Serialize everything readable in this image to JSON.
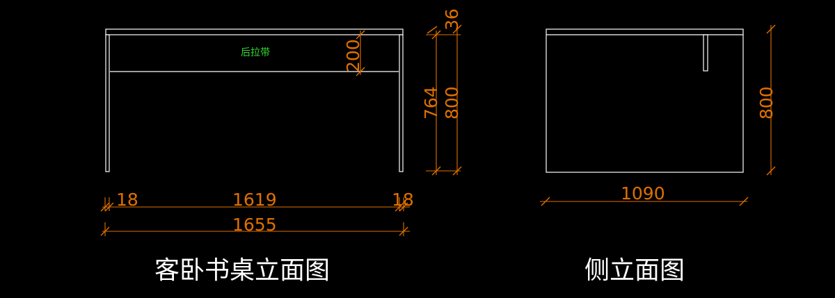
{
  "colors": {
    "background": "#000000",
    "outline": "#ffffff",
    "dimension": "#e07000",
    "note": "#33dd33"
  },
  "front_view": {
    "title": "客卧书桌立面图",
    "note": "后拉带",
    "dims": {
      "left_leg": "18",
      "span": "1619",
      "right_leg": "18",
      "overall_width": "1655",
      "top_thickness": "36",
      "apron_height": "200",
      "leg_height": "764",
      "overall_height": "800"
    }
  },
  "side_view": {
    "title": "侧立面图",
    "dims": {
      "depth": "1090",
      "height": "800"
    }
  }
}
